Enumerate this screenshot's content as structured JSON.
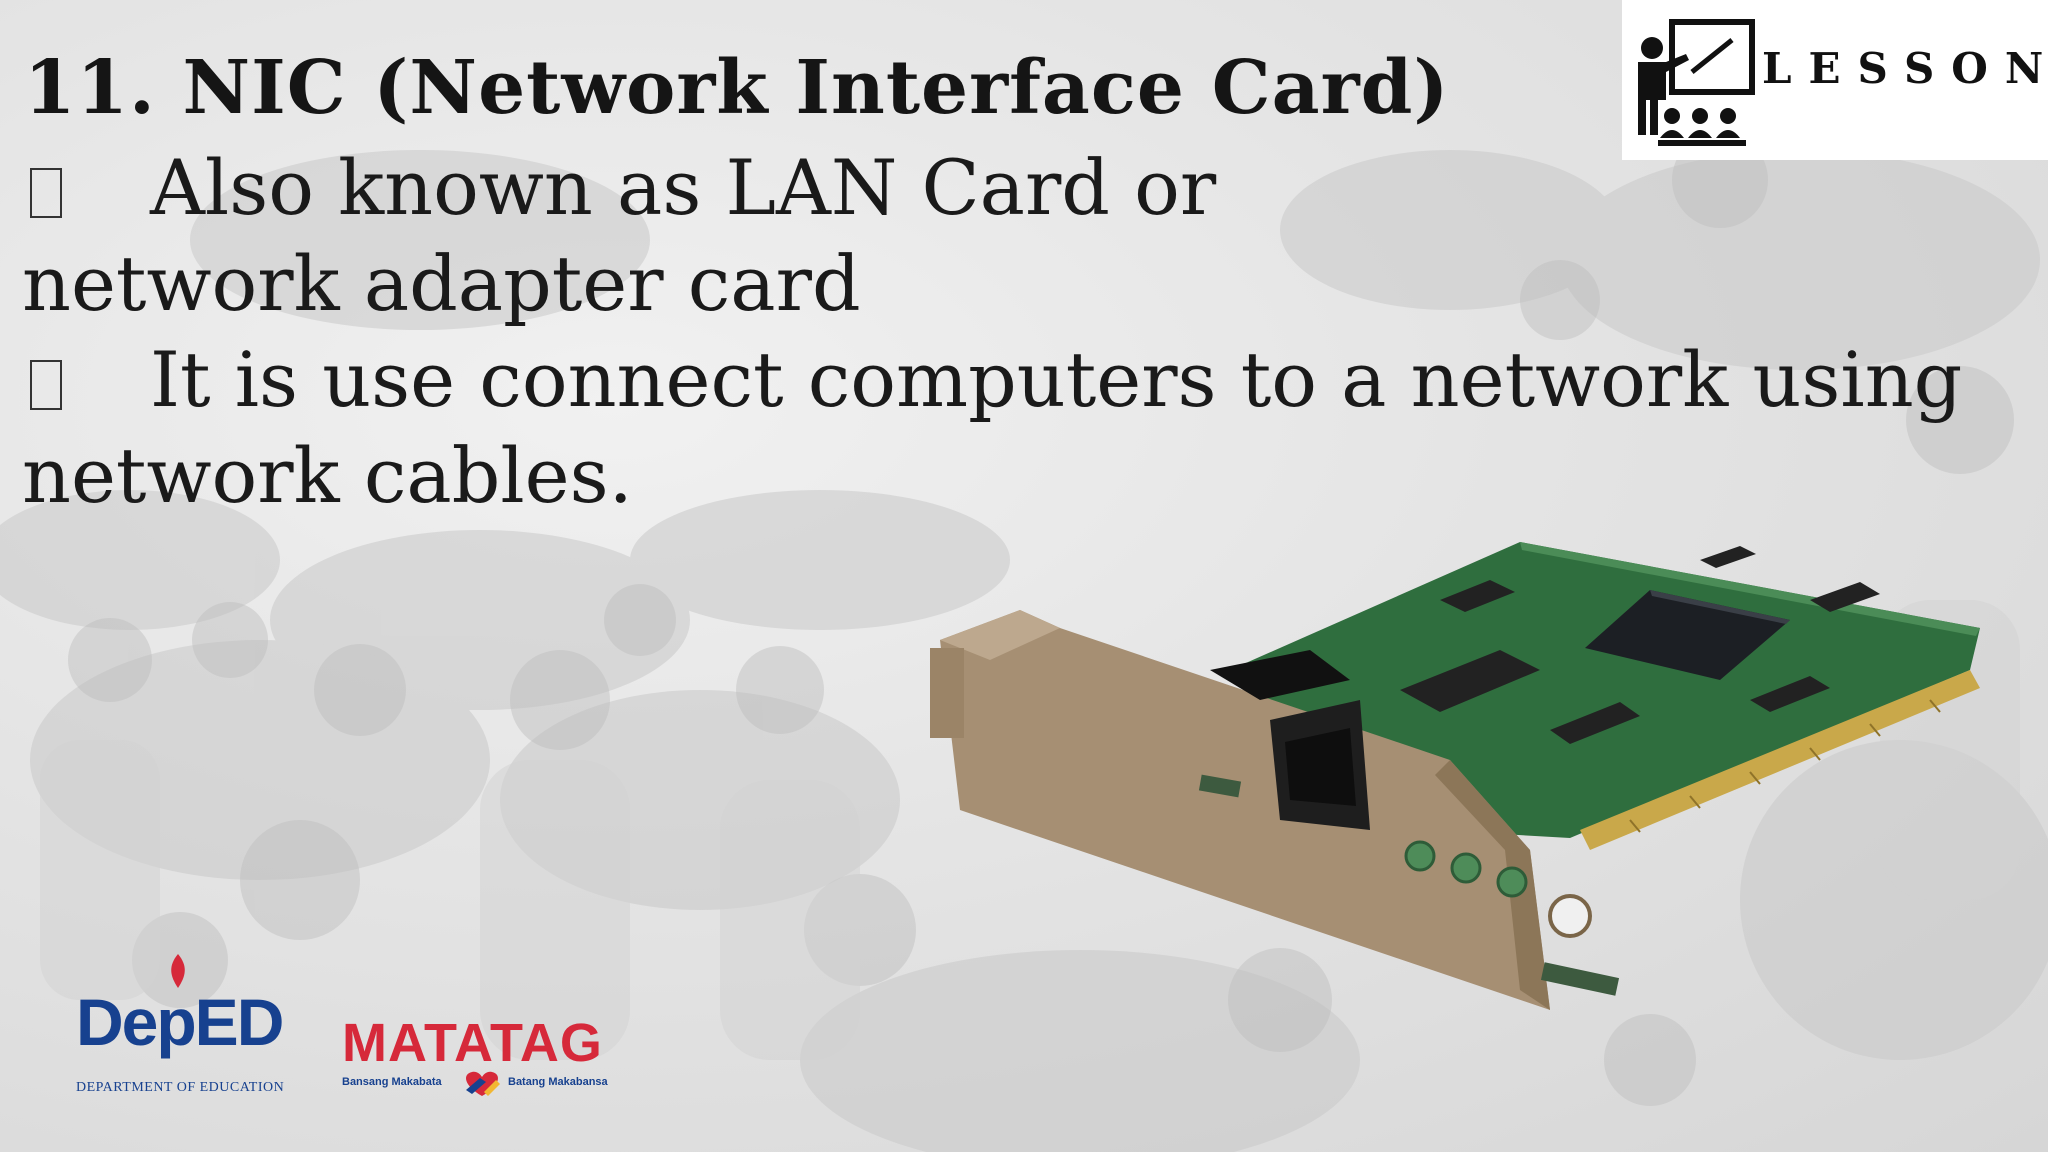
{
  "slide": {
    "title": "11. NIC (Network Interface Card)",
    "bullets": [
      {
        "glyph": "missing-glyph-box",
        "lines": [
          "Also known as LAN Card or",
          "network adapter card"
        ]
      },
      {
        "glyph": "missing-glyph-box",
        "lines": [
          "It is use connect computers to a network using",
          "network cables."
        ]
      }
    ]
  },
  "badge": {
    "label": "LESSON",
    "icon": "teacher-presentation-icon"
  },
  "logos": {
    "deped": {
      "wordmark": "DepED",
      "subtitle": "DEPARTMENT OF EDUCATION"
    },
    "matatag": {
      "wordmark": "MATATAG",
      "tagline_left": "Bansang Makabata",
      "tagline_right": "Batang Makabansa"
    }
  },
  "colors": {
    "deped_blue": "#17418f",
    "matatag_red": "#d6293a",
    "board_green": "#2f6e3e",
    "bracket_metal": "#a68f73"
  }
}
